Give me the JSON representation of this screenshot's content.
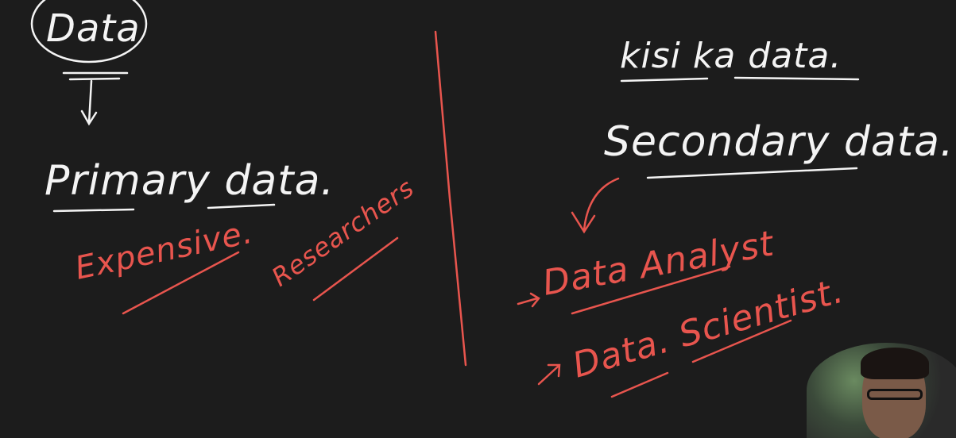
{
  "board": {
    "top_circle_word": "Data",
    "left_heading": "Primary data.",
    "left_note_1": "Expensive.",
    "left_note_2": "Researchers",
    "right_heading_1": "kisi ka data.",
    "right_heading_2": "Secondary data.",
    "right_item_1": "Data Analyst",
    "right_item_2": "Data. Scientist.",
    "ink_white": "#f4f4f4",
    "ink_red": "#e8554e",
    "background": "#1c1c1c"
  },
  "overlay": {
    "webcam_icon": "presenter-webcam"
  }
}
